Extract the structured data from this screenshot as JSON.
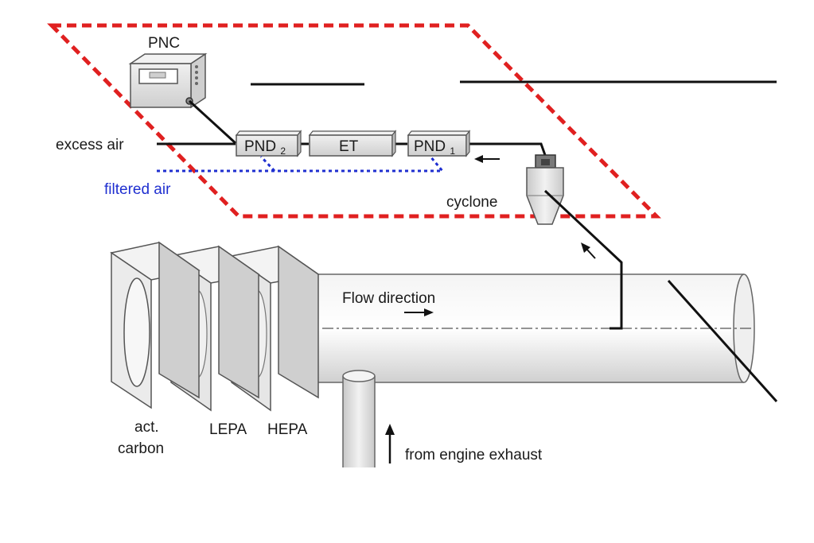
{
  "labels": {
    "pnc": "PNC",
    "excess_air": "excess air",
    "filtered_air": "filtered air",
    "pnd2_main": "PND",
    "pnd2_sub": "2",
    "et": "ET",
    "pnd1_main": "PND",
    "pnd1_sub": "1",
    "cyclone": "cyclone",
    "flow_direction": "Flow direction",
    "act": "act.",
    "carbon": "carbon",
    "lepa": "LEPA",
    "hepa": "HEPA",
    "from_engine_exhaust": "from engine exhaust"
  },
  "colors": {
    "dashed_box": "#e02020",
    "filtered_air_line": "#1f2fd0",
    "line": "#111111",
    "pipe_fill": "#e6e6e6",
    "pipe_stroke": "#666666",
    "device_fill": "#e4e4e4",
    "device_stroke": "#555555"
  },
  "icons": {
    "pnc": "particle-number-counter-icon",
    "cyclone": "cyclone-separator-icon",
    "filters": "filter-housing-icon"
  }
}
